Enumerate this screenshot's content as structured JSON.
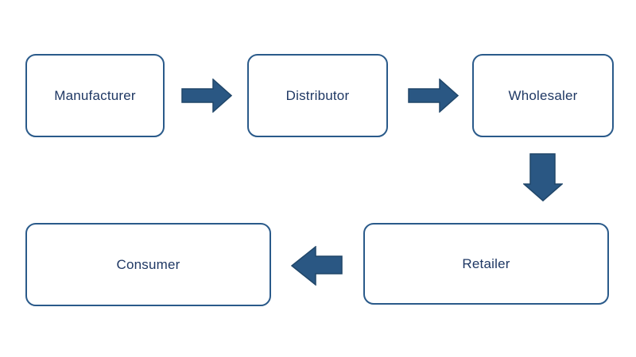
{
  "colors": {
    "background": "#ffffff",
    "node_fill": "#ffffff",
    "node_border": "#2a5a8a",
    "node_text": "#1f3864",
    "arrow_fill": "#2a5783",
    "arrow_outline": "#204669"
  },
  "nodes": [
    {
      "id": "manufacturer",
      "label": "Manufacturer"
    },
    {
      "id": "distributor",
      "label": "Distributor"
    },
    {
      "id": "wholesaler",
      "label": "Wholesaler"
    },
    {
      "id": "retailer",
      "label": "Retailer"
    },
    {
      "id": "consumer",
      "label": "Consumer"
    }
  ],
  "arrows": [
    {
      "from": "manufacturer",
      "to": "distributor",
      "direction": "right"
    },
    {
      "from": "distributor",
      "to": "wholesaler",
      "direction": "right"
    },
    {
      "from": "wholesaler",
      "to": "retailer",
      "direction": "down"
    },
    {
      "from": "retailer",
      "to": "consumer",
      "direction": "left"
    }
  ]
}
